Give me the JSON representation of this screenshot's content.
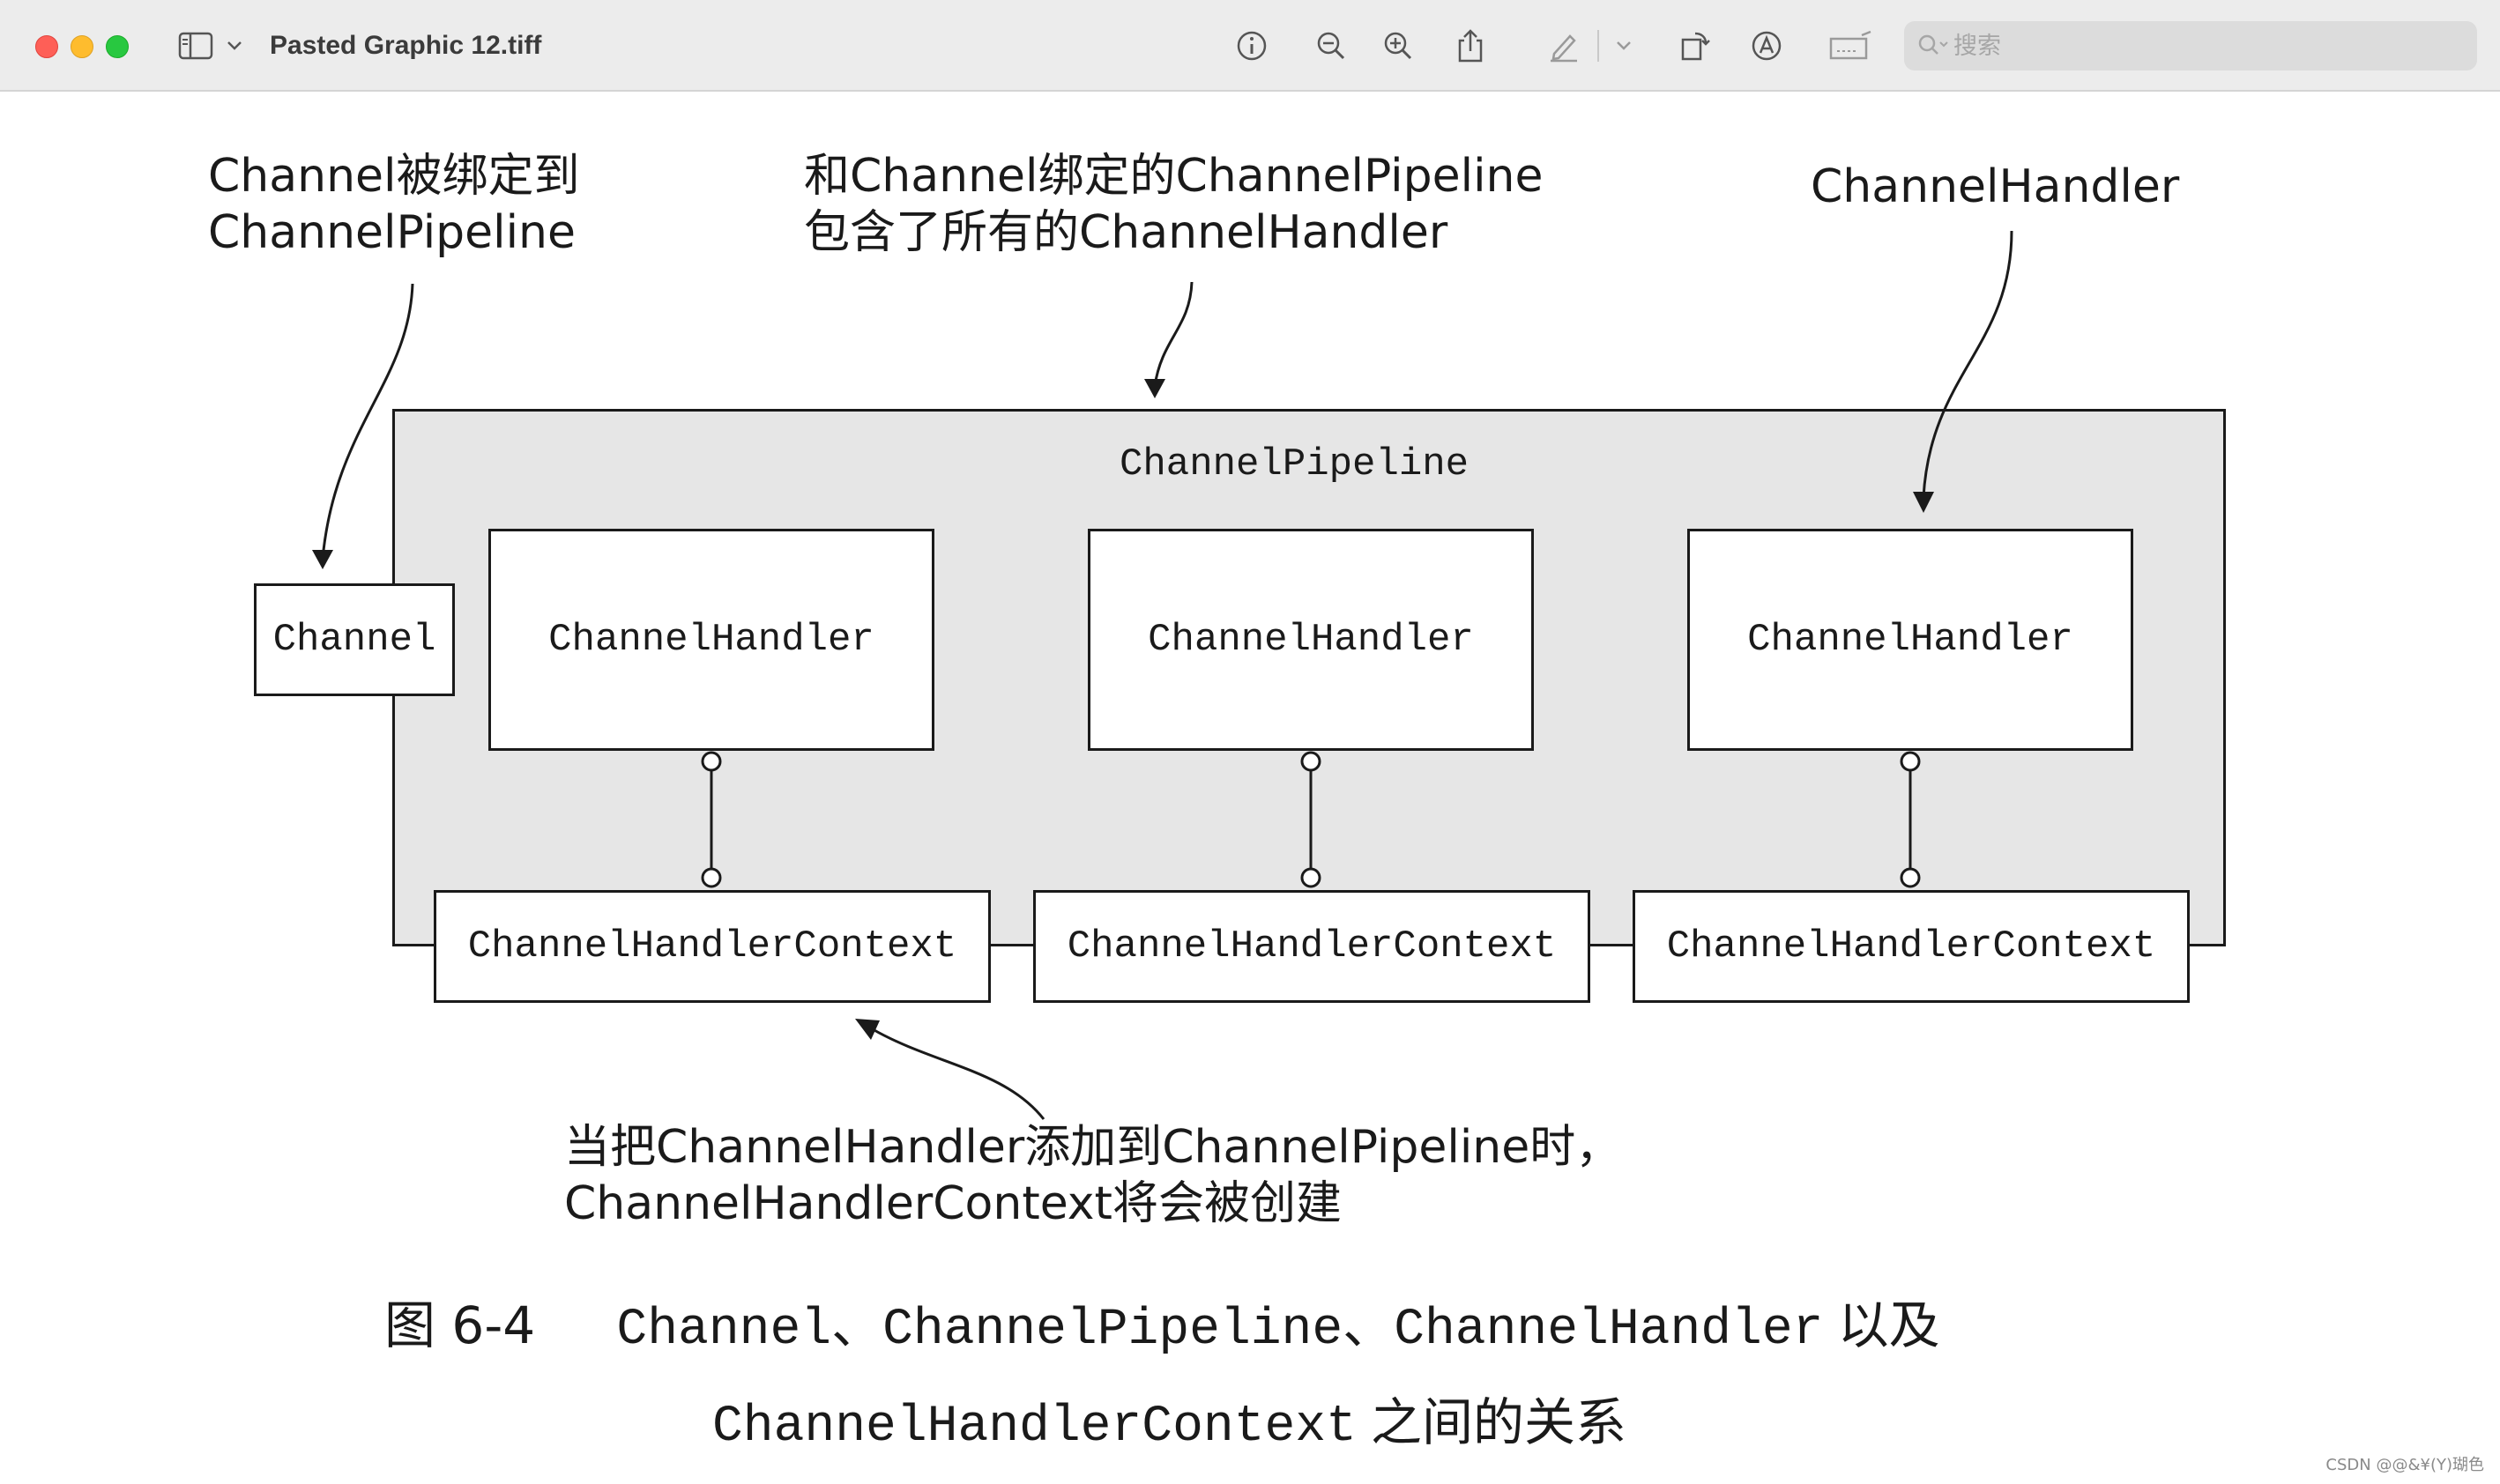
{
  "window": {
    "title": "Pasted Graphic 12.tiff",
    "search_placeholder": "搜索"
  },
  "toolbar_icons": [
    "sidebar-icon",
    "chevron-down-icon",
    "info-icon",
    "zoom-out-icon",
    "zoom-in-icon",
    "share-icon",
    "markup-pen-icon",
    "chevron-down-icon",
    "rotate-icon",
    "annotate-icon",
    "signature-icon",
    "search-icon"
  ],
  "diagram": {
    "annotation_channel": [
      "Channel被绑定到",
      "ChannelPipeline"
    ],
    "annotation_pipeline": [
      "和Channel绑定的ChannelPipeline",
      "包含了所有的ChannelHandler"
    ],
    "annotation_handler": "ChannelHandler",
    "annotation_context": [
      "当把ChannelHandler添加到ChannelPipeline时，",
      "ChannelHandlerContext将会被创建"
    ],
    "pipeline_label": "ChannelPipeline",
    "channel_label": "Channel",
    "handlers": [
      "ChannelHandler",
      "ChannelHandler",
      "ChannelHandler"
    ],
    "contexts": [
      "ChannelHandlerContext",
      "ChannelHandlerContext",
      "ChannelHandlerContext"
    ]
  },
  "caption": {
    "figure_no": "图 6-4",
    "line1_terms": [
      "Channel",
      "ChannelPipeline",
      "ChannelHandler"
    ],
    "sep": "、",
    "line1_tail": "以及",
    "line2_term": "ChannelHandlerContext",
    "line2_tail": "之间的关系"
  },
  "watermark": "CSDN @@&¥(Y)瑚色"
}
